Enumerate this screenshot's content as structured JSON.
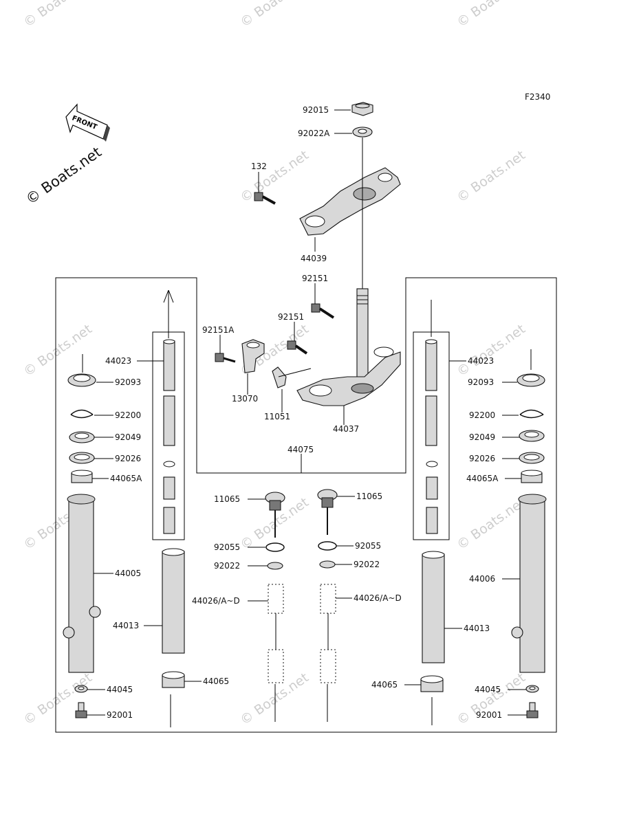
{
  "figure_code": "F2340",
  "copyright": "© Boats.net",
  "watermark": "© Boats.net",
  "front_arrow_label": "FRONT",
  "labels": {
    "p92015": "92015",
    "p92022A": "92022A",
    "p132": "132",
    "p44039": "44039",
    "p92151_top": "92151",
    "p92151_mid": "92151",
    "p92151A": "92151A",
    "p13070": "13070",
    "p11051": "11051",
    "p44037": "44037",
    "p44075": "44075",
    "p44023_l": "44023",
    "p92093_l": "92093",
    "p92200_l": "92200",
    "p92049_l": "92049",
    "p92026_l": "92026",
    "p44065A_l": "44065A",
    "p44005": "44005",
    "p44013_l": "44013",
    "p44065_l": "44065",
    "p44045_l": "44045",
    "p92001_l": "92001",
    "p11065_l": "11065",
    "p92055_l": "92055",
    "p92022_l": "92022",
    "p44026_l": "44026/A~D",
    "p44023_r": "44023",
    "p92093_r": "92093",
    "p92200_r": "92200",
    "p92049_r": "92049",
    "p92026_r": "92026",
    "p44065A_r": "44065A",
    "p44006": "44006",
    "p44013_r": "44013",
    "p44065_r": "44065",
    "p44045_r": "44045",
    "p92001_r": "92001",
    "p11065_r": "11065",
    "p92055_r": "92055",
    "p92022_r": "92022",
    "p44026_r": "44026/A~D"
  }
}
